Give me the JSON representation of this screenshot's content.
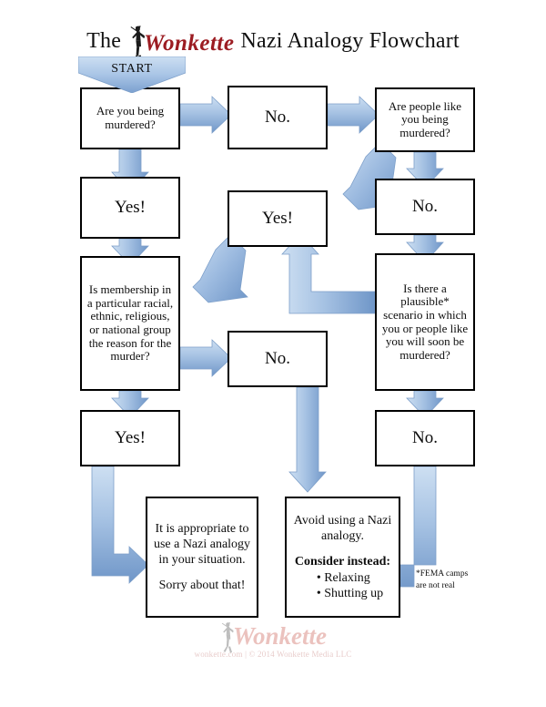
{
  "page": {
    "title_prefix": "The",
    "brand": "Wonkette",
    "title_suffix": "Nazi Analogy Flowchart",
    "bg_color": "#ffffff",
    "brand_color": "#9c1c22",
    "arrow_color": "#8cafd9",
    "arrow_color_light": "#cfdff1",
    "box_border_color": "#000000",
    "text_color": "#0d0d0d"
  },
  "start": {
    "label": "START",
    "shape": "down-pentagon-arrow"
  },
  "nodes": {
    "q1": {
      "text": "Are you being murdered?"
    },
    "no1": {
      "text": "No."
    },
    "q2": {
      "text": "Are people like you being murdered?"
    },
    "yes1": {
      "text": "Yes!"
    },
    "yesm": {
      "text": "Yes!"
    },
    "no2": {
      "text": "No."
    },
    "q3": {
      "text": "Is membership in a particular racial, ethnic, religious, or national group the reason for the murder?"
    },
    "q4": {
      "text": "Is there a plausible* scenario in which you or people like you will soon be murdered?"
    },
    "nom": {
      "text": "No."
    },
    "yes2": {
      "text": "Yes!"
    },
    "no3": {
      "text": "No."
    },
    "outcome_ok": {
      "line1": "It is appropriate to use a Nazi analogy in your situation.",
      "line2": "Sorry about that!"
    },
    "outcome_avoid": {
      "line1": "Avoid using a Nazi analogy.",
      "heading": "Consider instead:",
      "bullets": [
        "• Relaxing",
        "• Shutting up"
      ]
    }
  },
  "footnote": {
    "text": "*FEMA camps are not real"
  },
  "footer": {
    "brand": "Wonkette",
    "credit": "wonkette.com  |  © 2014 Wonkette Media LLC"
  },
  "chart_data": {
    "type": "diagram",
    "title": "The Wonkette Nazi Analogy Flowchart",
    "nodes": [
      {
        "id": "start",
        "label": "START",
        "kind": "terminator"
      },
      {
        "id": "q1",
        "label": "Are you being murdered?",
        "kind": "question"
      },
      {
        "id": "no1",
        "label": "No.",
        "kind": "answer"
      },
      {
        "id": "q2",
        "label": "Are people like you being murdered?",
        "kind": "question"
      },
      {
        "id": "yes1",
        "label": "Yes!",
        "kind": "answer"
      },
      {
        "id": "yesm",
        "label": "Yes!",
        "kind": "answer"
      },
      {
        "id": "no2",
        "label": "No.",
        "kind": "answer"
      },
      {
        "id": "q3",
        "label": "Is membership in a particular racial, ethnic, religious, or national group the reason for the murder?",
        "kind": "question"
      },
      {
        "id": "q4",
        "label": "Is there a plausible* scenario in which you or people like you will soon be murdered?",
        "kind": "question"
      },
      {
        "id": "nom",
        "label": "No.",
        "kind": "answer"
      },
      {
        "id": "yes2",
        "label": "Yes!",
        "kind": "answer"
      },
      {
        "id": "no3",
        "label": "No.",
        "kind": "answer"
      },
      {
        "id": "outcome_ok",
        "label": "It is appropriate to use a Nazi analogy in your situation. Sorry about that!",
        "kind": "outcome"
      },
      {
        "id": "outcome_avoid",
        "label": "Avoid using a Nazi analogy. Consider instead: Relaxing, Shutting up",
        "kind": "outcome"
      }
    ],
    "edges": [
      {
        "from": "start",
        "to": "q1"
      },
      {
        "from": "q1",
        "to": "no1"
      },
      {
        "from": "q1",
        "to": "yes1"
      },
      {
        "from": "no1",
        "to": "q2"
      },
      {
        "from": "q2",
        "to": "yesm"
      },
      {
        "from": "q2",
        "to": "no2"
      },
      {
        "from": "yes1",
        "to": "q3"
      },
      {
        "from": "no2",
        "to": "q4"
      },
      {
        "from": "q3",
        "to": "yesm"
      },
      {
        "from": "q3",
        "to": "nom"
      },
      {
        "from": "q3",
        "to": "yes2"
      },
      {
        "from": "q4",
        "to": "yesm"
      },
      {
        "from": "q4",
        "to": "no3"
      },
      {
        "from": "yes2",
        "to": "outcome_ok"
      },
      {
        "from": "nom",
        "to": "outcome_avoid"
      },
      {
        "from": "no3",
        "to": "outcome_avoid"
      }
    ]
  }
}
